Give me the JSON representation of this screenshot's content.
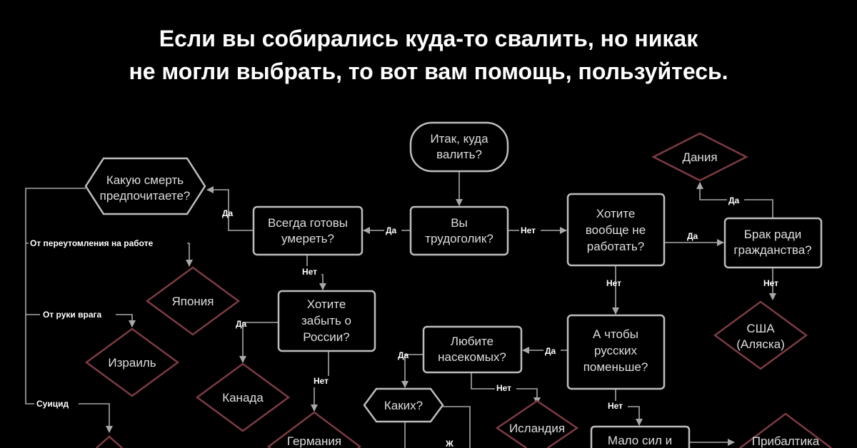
{
  "title": {
    "line1": "Если вы собирались куда-то свалить, но никак",
    "line2": "не могли выбрать, то вот вам помощь, пользуйтесь."
  },
  "nodes": {
    "start": [
      "Итак, куда",
      "валить?"
    ],
    "workaholic": [
      "Вы",
      "трудоголик?"
    ],
    "ready_die": [
      "Всегда готовы",
      "умереть?"
    ],
    "not_work": [
      "Хотите",
      "вообще не",
      "работать?"
    ],
    "marriage": [
      "Брак ради",
      "гражданства?"
    ],
    "denmark": "Дания",
    "usa": [
      "США",
      "(Аляска)"
    ],
    "death": [
      "Какую смерть",
      "предпочитаете?"
    ],
    "japan": "Япония",
    "israel": "Израиль",
    "forget_russia": [
      "Хотите",
      "забыть о",
      "России?"
    ],
    "canada": "Канада",
    "germany": "Германия",
    "insects": [
      "Любите",
      "насекомых?"
    ],
    "fewer_russians": [
      "А чтобы",
      "русских",
      "поменьше?"
    ],
    "which": "Каких?",
    "iceland": "Исландия",
    "little_strength": "Мало сил и",
    "baltics": "Прибалтика"
  },
  "edges": {
    "yes": "Да",
    "no": "Нет",
    "overwork": "От переутомления на работе",
    "enemy": "От руки врага",
    "suicide": "Суицид",
    "partial": "Ж"
  }
}
